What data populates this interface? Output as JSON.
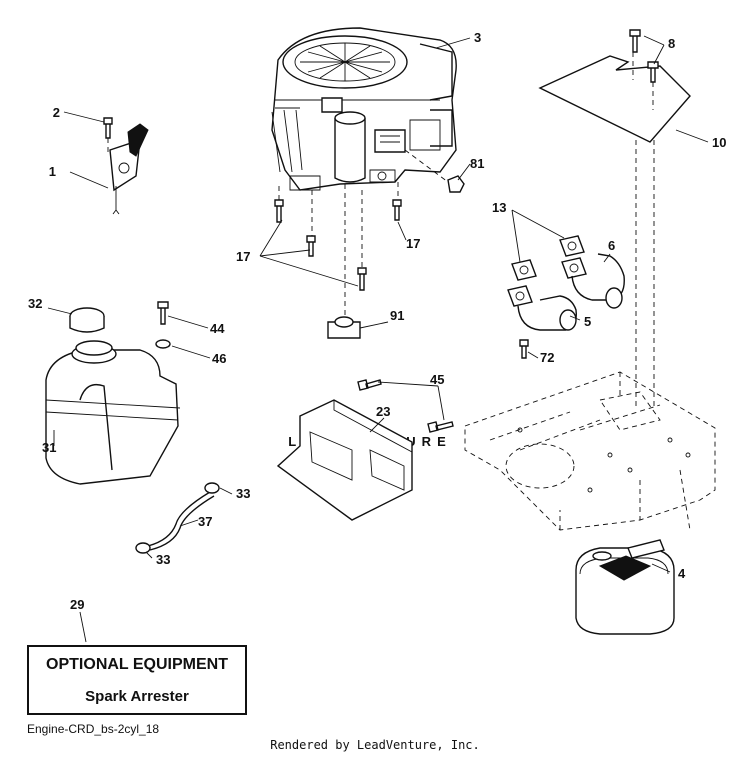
{
  "diagram": {
    "watermark": "LEADVENTURE",
    "optional_box": {
      "title": "OPTIONAL EQUIPMENT",
      "subtitle": "Spark Arrester"
    },
    "diagram_code": "Engine-CRD_bs-2cyl_18",
    "footer_credit": "Rendered by LeadVenture, Inc.",
    "part_callouts": {
      "p1": "1",
      "p2": "2",
      "p3": "3",
      "p4": "4",
      "p5": "5",
      "p6": "6",
      "p8": "8",
      "p10": "10",
      "p13": "13",
      "p17a": "17",
      "p17b": "17",
      "p23": "23",
      "p29": "29",
      "p31": "31",
      "p32": "32",
      "p33a": "33",
      "p33b": "33",
      "p37": "37",
      "p44": "44",
      "p45": "45",
      "p46": "46",
      "p72": "72",
      "p81": "81",
      "p91": "91"
    }
  }
}
